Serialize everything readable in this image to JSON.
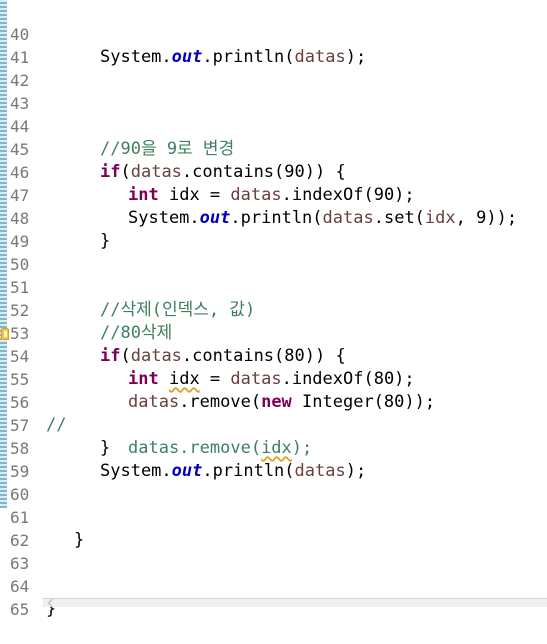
{
  "editor": {
    "lines": [
      {
        "number": "40",
        "text": "System.out.println(datas);"
      },
      {
        "number": "41",
        "text": ""
      },
      {
        "number": "42",
        "text": ""
      },
      {
        "number": "43",
        "text": ""
      },
      {
        "number": "44",
        "text": "//90을 9로 변경"
      },
      {
        "number": "45",
        "text": "if(datas.contains(90)) {"
      },
      {
        "number": "46",
        "text": "int idx = datas.indexOf(90);"
      },
      {
        "number": "47",
        "text": "System.out.println(datas.set(idx, 9));"
      },
      {
        "number": "48",
        "text": "}"
      },
      {
        "number": "49",
        "text": ""
      },
      {
        "number": "50",
        "text": ""
      },
      {
        "number": "51",
        "text": "//삭제(인덱스, 값)"
      },
      {
        "number": "52",
        "text": "//80삭제"
      },
      {
        "number": "53",
        "text": "if(datas.contains(80)) {"
      },
      {
        "number": "54",
        "text": "int idx = datas.indexOf(80);"
      },
      {
        "number": "55",
        "text": "datas.remove(new Integer(80));"
      },
      {
        "number": "56",
        "text": "//        datas.remove(idx);"
      },
      {
        "number": "57",
        "text": "}"
      },
      {
        "number": "58",
        "text": "System.out.println(datas);"
      },
      {
        "number": "59",
        "text": ""
      },
      {
        "number": "60",
        "text": ""
      },
      {
        "number": "61",
        "text": "}"
      },
      {
        "number": "62",
        "text": ""
      },
      {
        "number": "63",
        "text": ""
      },
      {
        "number": "64",
        "text": "}"
      },
      {
        "number": "65",
        "text": ""
      }
    ],
    "tokens": {
      "system": "System",
      "dot": ".",
      "out": "out",
      "println": "println",
      "open_paren": "(",
      "close_paren": ")",
      "semicolon": ";",
      "datas": "datas",
      "if": "if",
      "contains90": ".contains(90)) {",
      "int": "int",
      "idx": "idx",
      "equals": " = ",
      "indexOf90": ".indexOf(90);",
      "set_start": ".set(",
      "comma_space": ", ",
      "nine": "9",
      "close_set": "));",
      "close_brace": "}",
      "contains80": ".contains(80)) {",
      "indexOf80": ".indexOf(80);",
      "remove_start": ".remove(",
      "new": "new",
      "integer80": " Integer(80));",
      "comment_slashes": "//",
      "comment_remove": "datas.remove(",
      "comment_idx": "idx",
      "comment_end": ");",
      "comment_change": "//90을 9로 변경",
      "comment_delete": "//삭제(인덱스, 값)",
      "comment_delete80": "//80삭제",
      "space": " "
    }
  },
  "colors": {
    "keyword": "#7f0055",
    "field": "#0000c0",
    "variable": "#6a3e3e",
    "comment": "#3f7f5f",
    "line_number": "#787878",
    "warning": "#d4a11b"
  },
  "icons": {
    "warning_marker": "warning-icon"
  }
}
